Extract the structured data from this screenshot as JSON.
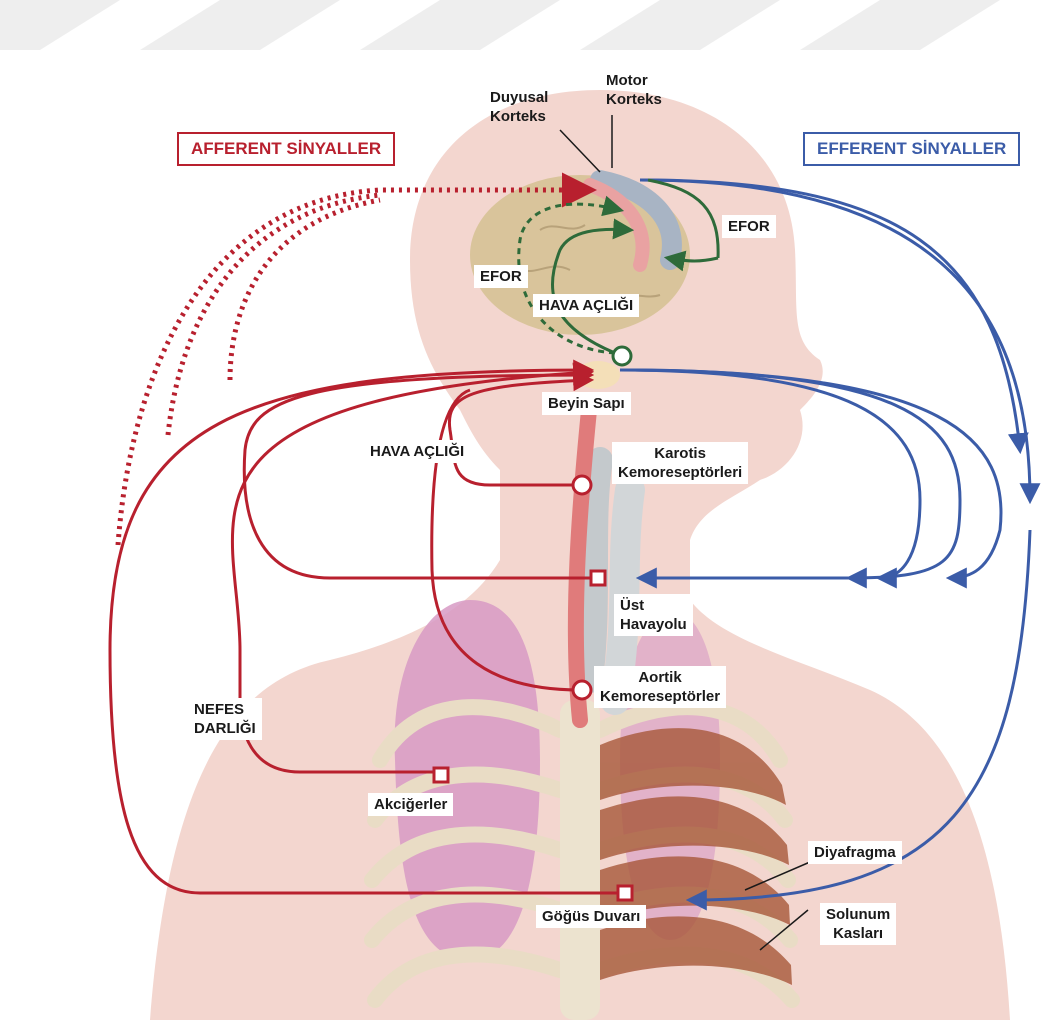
{
  "colors": {
    "afferent": "#b8202e",
    "efferent": "#3b5ca8",
    "effort": "#2e6b3a",
    "skin": "#f3d6cf",
    "watermark": "#eeeeee"
  },
  "headers": {
    "afferent": "AFFERENT SİNYALLER",
    "efferent": "EFFERENT SİNYALLER"
  },
  "labels": {
    "motor_cortex": "Motor\nKorteks",
    "sensory_cortex": "Duyusal\nKorteks",
    "effort_right": "EFOR",
    "effort_left": "EFOR",
    "air_hunger_brain": "HAVA AÇLIĞI",
    "brainstem": "Beyin Sapı",
    "air_hunger_left": "HAVA AÇLIĞI",
    "carotid": "Karotis\nKemoreseptörleri",
    "upper_airway": "Üst\nHavayolu",
    "aortic": "Aortik\nKemoreseptörler",
    "dyspnea": "NEFES\nDARLIĞI",
    "lungs": "Akciğerler",
    "diaphragm": "Diyafragma",
    "chest_wall": "Göğüs Duvarı",
    "resp_muscles": "Solunum\nKasları"
  }
}
